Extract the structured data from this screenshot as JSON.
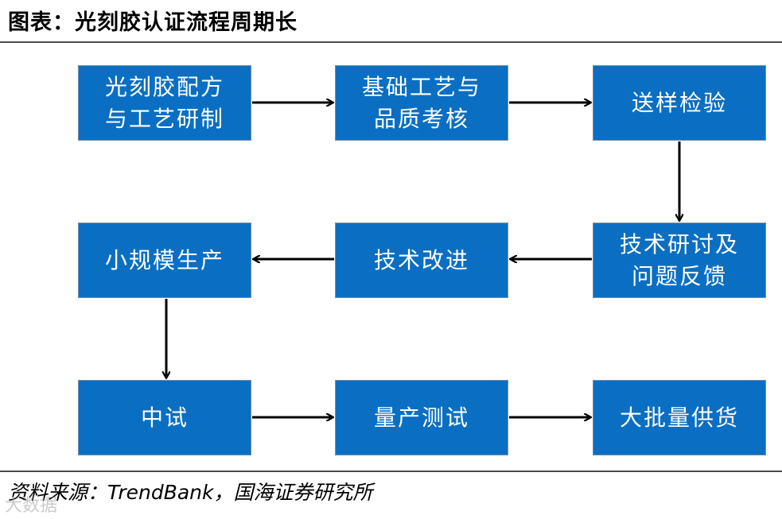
{
  "title": "图表：光刻胶认证流程周期长",
  "steps": [
    {
      "label": "光刻胶配方\n与工艺研制"
    },
    {
      "label": "基础工艺与\n品质考核"
    },
    {
      "label": "送样检验"
    },
    {
      "label": "技术研讨及\n问题反馈"
    },
    {
      "label": "技术改进"
    },
    {
      "label": "小规模生产"
    },
    {
      "label": "中试"
    },
    {
      "label": "量产测试"
    },
    {
      "label": "大批量供货"
    }
  ],
  "source": "资料来源：TrendBank，国海证券研究所",
  "watermark": "大数据",
  "colors": {
    "box_fill": "#0a6fc2",
    "box_text": "#ffffff",
    "arrow": "#000000"
  }
}
